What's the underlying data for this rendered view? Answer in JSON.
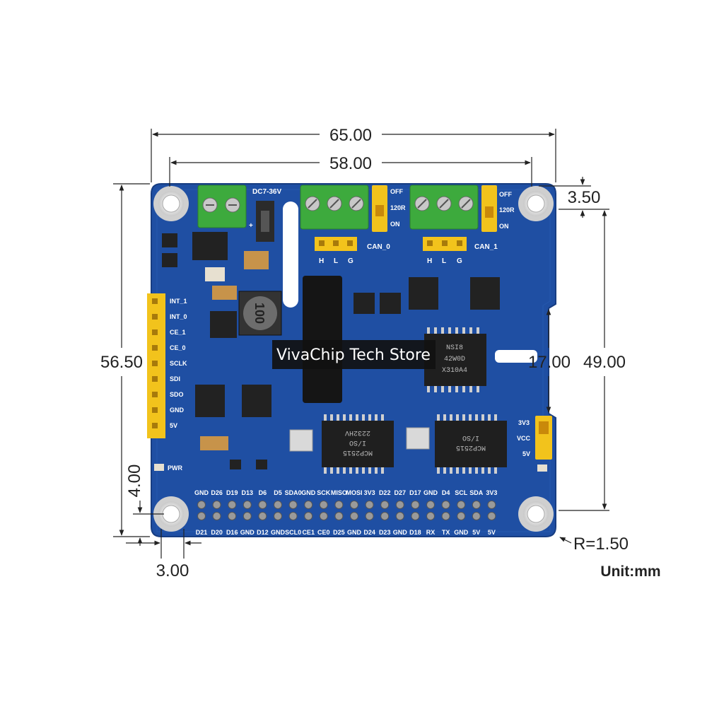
{
  "dimensions": {
    "board_width": "65.00",
    "hole_spacing_x": "58.00",
    "board_height": "56.50",
    "hole_spacing_y": "49.00",
    "edge_offset_top": "3.50",
    "notch_height": "17.00",
    "hole_offset_y": "4.00",
    "hole_offset_x": "3.00",
    "corner_radius": "R=1.50",
    "unit": "Unit:mm"
  },
  "watermark": "VivaChip Tech Store",
  "silkscreen": {
    "power_input": "DC7-36V",
    "plus": "+",
    "can0": "CAN_0",
    "can1": "CAN_1",
    "hlg0": [
      "H",
      "L",
      "G"
    ],
    "hlg1": [
      "H",
      "L",
      "G"
    ],
    "jumper_labels_0": [
      "OFF",
      "120R",
      "ON"
    ],
    "jumper_labels_1": [
      "OFF",
      "120R",
      "ON"
    ],
    "left_header": [
      "INT_1",
      "INT_0",
      "CE_1",
      "CE_0",
      "SCLK",
      "SDI",
      "SDO",
      "GND",
      "5V"
    ],
    "pwr": "PWR",
    "inductor": "100",
    "voltage_jumper": [
      "3V3",
      "VCC",
      "5V"
    ],
    "gpio_top": [
      "GND",
      "D26",
      "D19",
      "D13",
      "D6",
      "D5",
      "SDA0",
      "GND",
      "SCK",
      "MISO",
      "MOSI",
      "3V3",
      "D22",
      "D27",
      "D17",
      "GND",
      "D4",
      "SCL",
      "SDA",
      "3V3"
    ],
    "gpio_bottom": [
      "D21",
      "D20",
      "D16",
      "GND",
      "D12",
      "GND",
      "SCL0",
      "CE1",
      "CE0",
      "D25",
      "GND",
      "D24",
      "D23",
      "GND",
      "D18",
      "RX",
      "TX",
      "GND",
      "5V",
      "5V"
    ],
    "chip_iso": [
      "NSI8",
      "42W0D",
      "X310A4"
    ],
    "chip_mcp_a": [
      "MCP2515",
      "I/SO",
      "2232HV"
    ],
    "chip_mcp_b": [
      "MCP2515",
      "I/SO"
    ]
  },
  "colors": {
    "pcb": "#1f4fa3",
    "terminal": "#3daa3d",
    "header": "#f2c31c"
  }
}
